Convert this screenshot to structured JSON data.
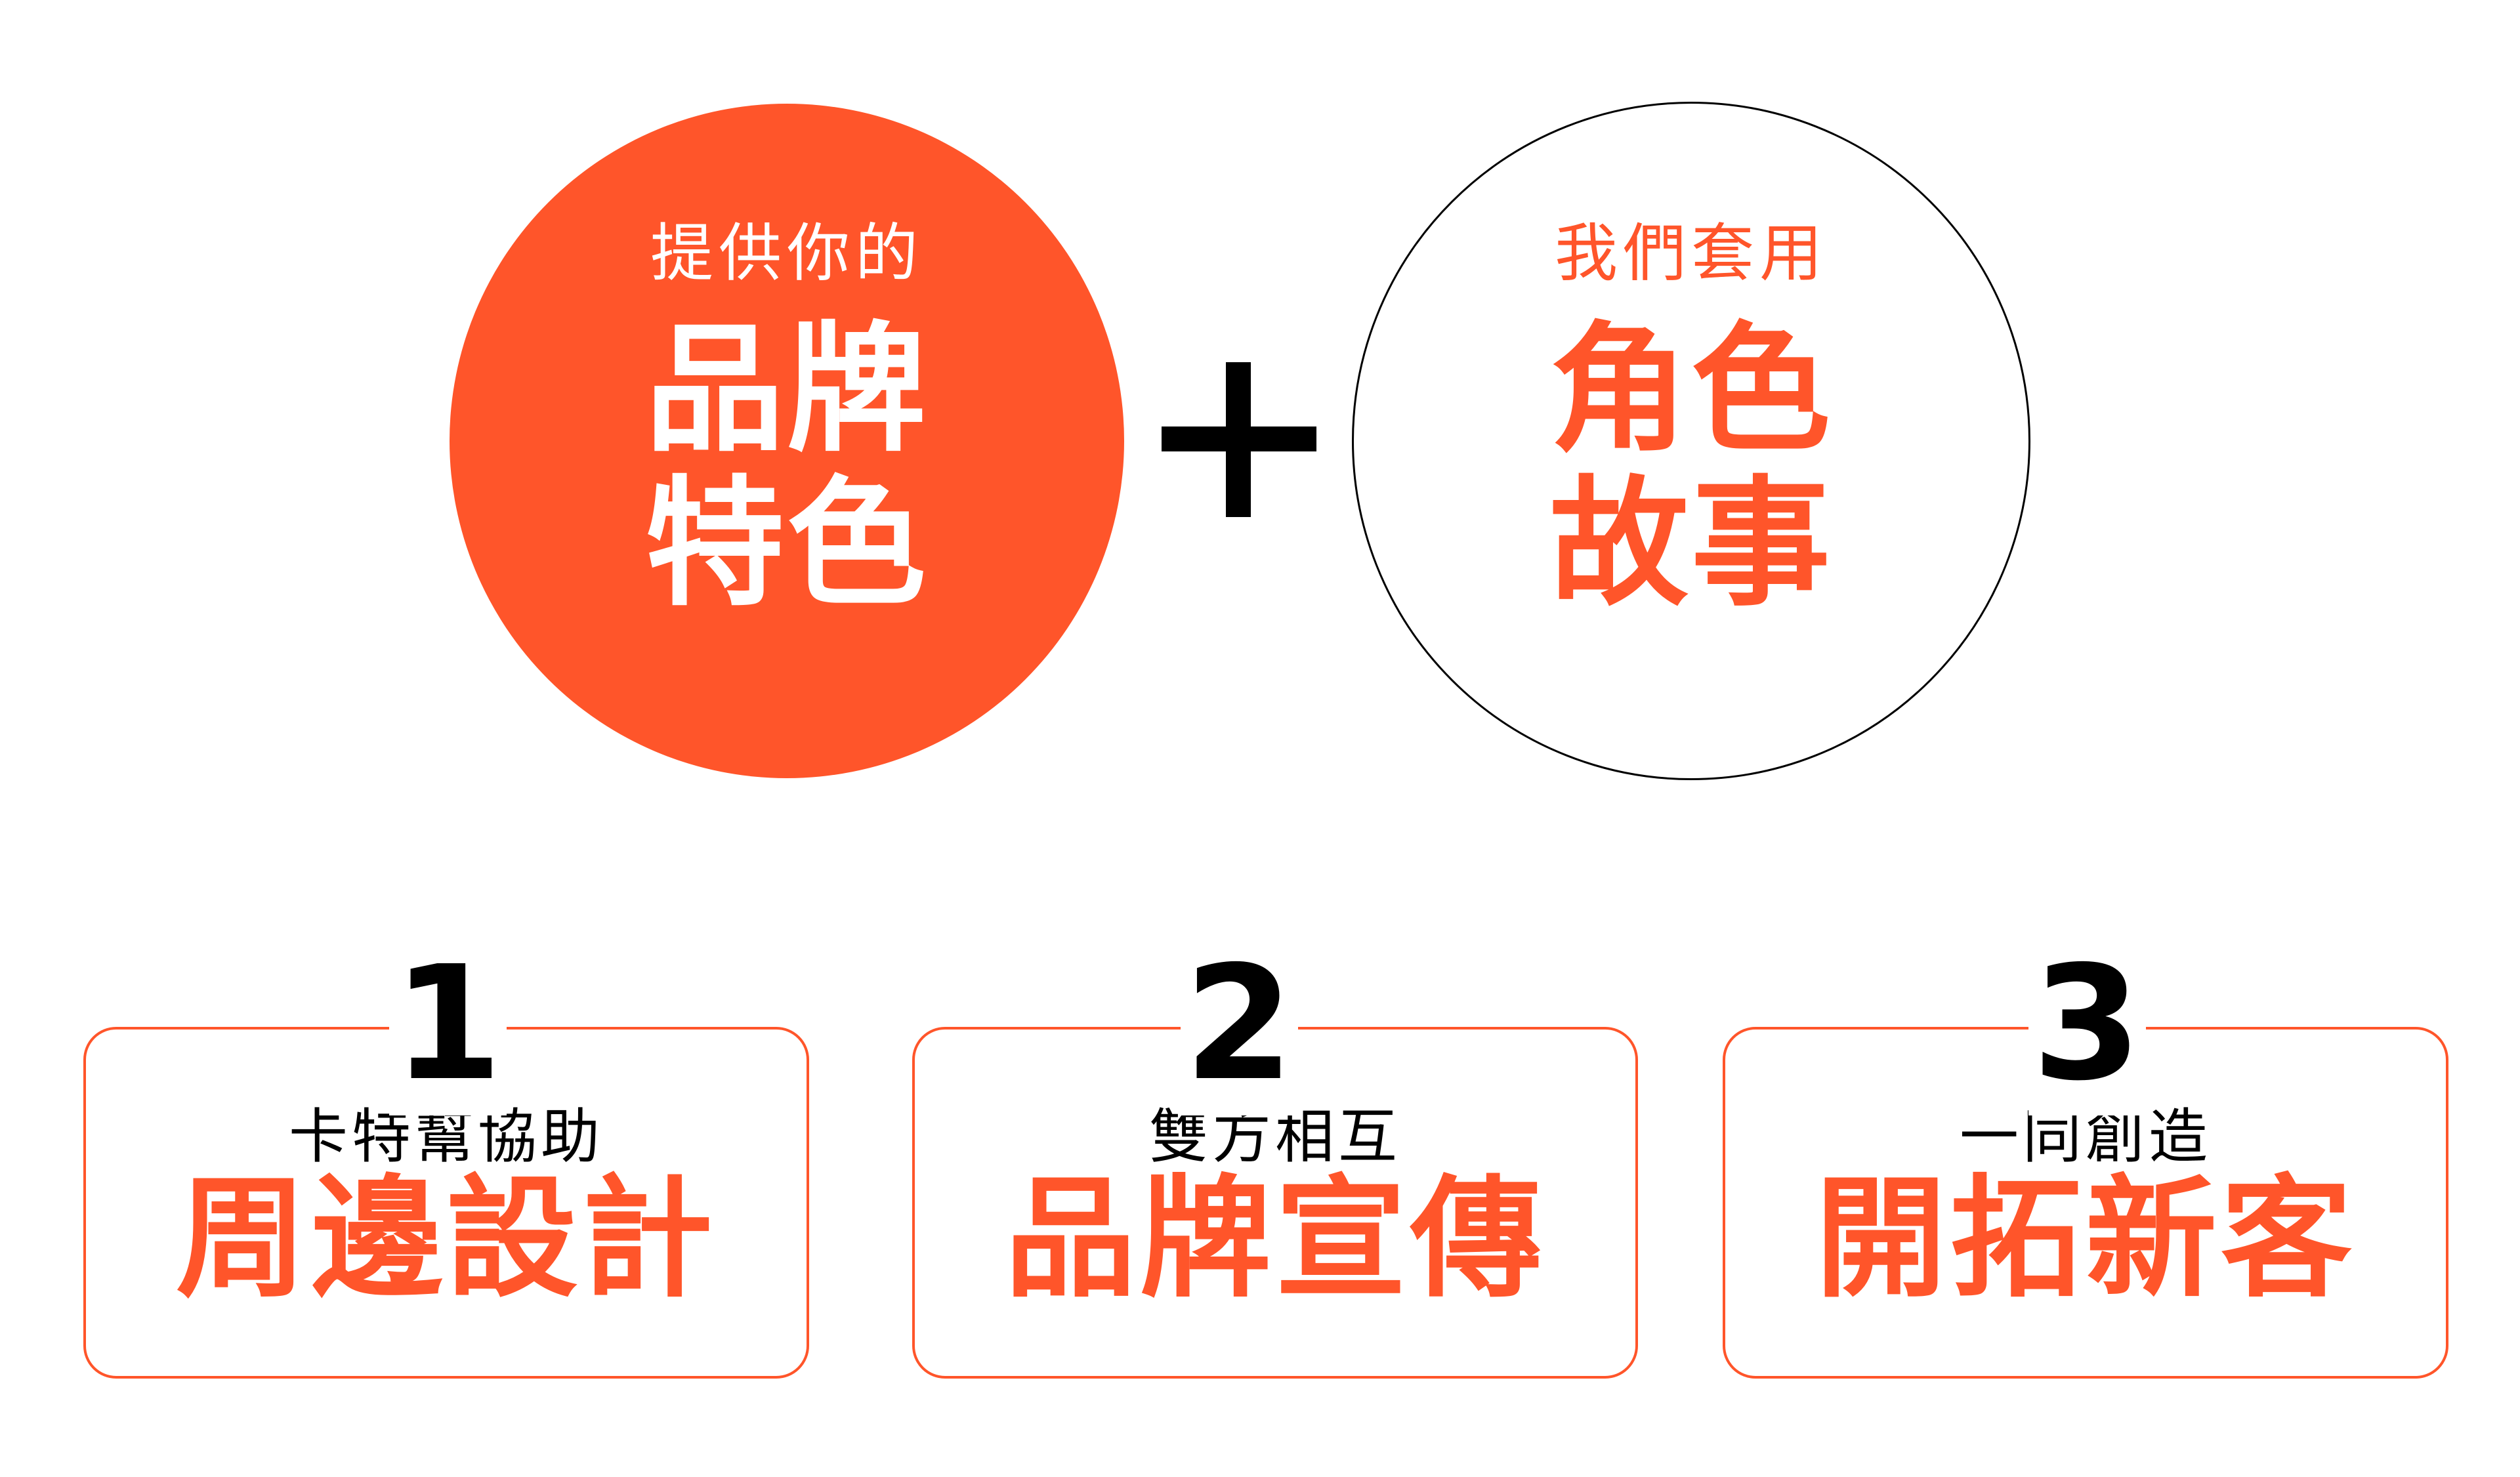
{
  "accent_color": "#FF552A",
  "left_circle": {
    "small": "提供你的",
    "line1": "品牌",
    "line2": "特色"
  },
  "plus_icon": "plus",
  "right_circle": {
    "small": "我們套用",
    "line1": "角色",
    "line2": "故事"
  },
  "steps": [
    {
      "number": "1",
      "small": "卡特幫協助",
      "big": "周邊設計"
    },
    {
      "number": "2",
      "small": "雙方相互",
      "big": "品牌宣傳"
    },
    {
      "number": "3",
      "small": "一同創造",
      "big": "開拓新客"
    }
  ]
}
